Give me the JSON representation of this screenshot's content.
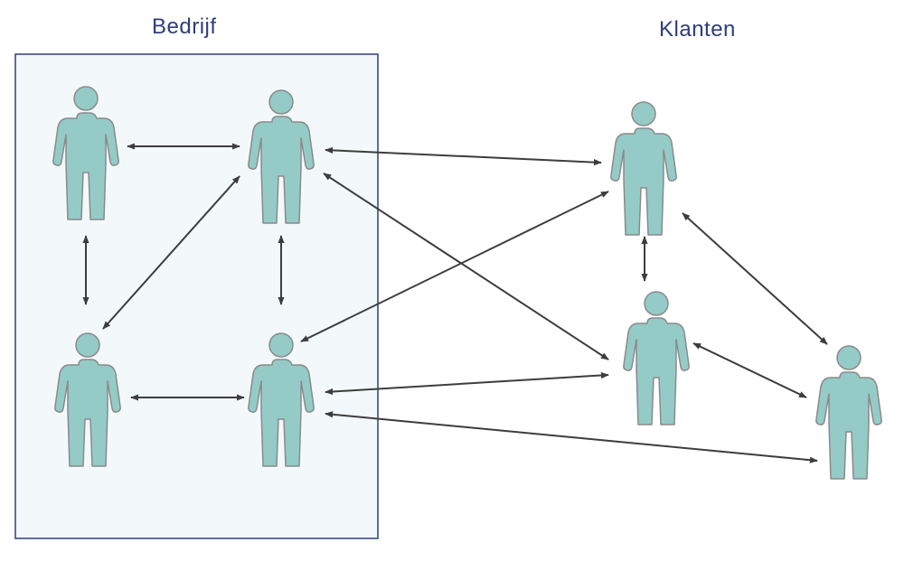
{
  "groups": {
    "company": "Bedrijf",
    "customers": "Klanten"
  },
  "colors": {
    "person_fill": "#94cbc7",
    "person_stroke": "#8a8a8a",
    "box_fill": "#f3f9fa",
    "box_stroke": "#2d3e78",
    "arrow": "#3d3d3d",
    "label": "#2d3e78"
  },
  "diagram": {
    "people": [
      {
        "id": "c1",
        "group": "company"
      },
      {
        "id": "c2",
        "group": "company"
      },
      {
        "id": "c3",
        "group": "company"
      },
      {
        "id": "c4",
        "group": "company"
      },
      {
        "id": "k1",
        "group": "customers"
      },
      {
        "id": "k2",
        "group": "customers"
      },
      {
        "id": "k3",
        "group": "customers"
      }
    ],
    "connections": [
      {
        "from": "c1",
        "to": "c2",
        "direction": "both"
      },
      {
        "from": "c1",
        "to": "c3",
        "direction": "both"
      },
      {
        "from": "c2",
        "to": "c3",
        "direction": "both"
      },
      {
        "from": "c2",
        "to": "c4",
        "direction": "both"
      },
      {
        "from": "c3",
        "to": "c4",
        "direction": "both"
      },
      {
        "from": "c2",
        "to": "k1",
        "direction": "both"
      },
      {
        "from": "c2",
        "to": "k2",
        "direction": "both"
      },
      {
        "from": "c4",
        "to": "k1",
        "direction": "both"
      },
      {
        "from": "c4",
        "to": "k2",
        "direction": "both"
      },
      {
        "from": "c4",
        "to": "k3",
        "direction": "both"
      },
      {
        "from": "k1",
        "to": "k2",
        "direction": "both"
      },
      {
        "from": "k1",
        "to": "k3",
        "direction": "both"
      },
      {
        "from": "k2",
        "to": "k3",
        "direction": "both"
      }
    ]
  }
}
